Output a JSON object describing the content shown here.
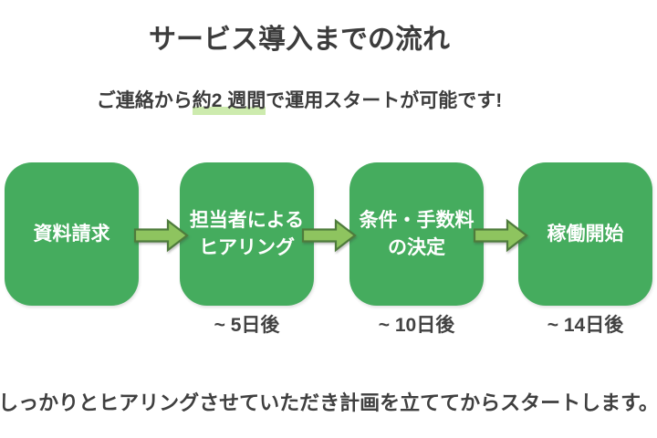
{
  "header": {
    "title": "サービス導入までの流れ",
    "subtitle_pre": "ご連絡から",
    "subtitle_highlight": "約2 週間",
    "subtitle_post": "で運用スタートが可能です!"
  },
  "flow": {
    "arrow_icon": "block-arrow-right",
    "steps": [
      {
        "label": "資料請求",
        "timing": ""
      },
      {
        "label": "担当者による\nヒアリング",
        "timing": "~ 5日後"
      },
      {
        "label": "条件・手数料\nの決定",
        "timing": "~ 10日後"
      },
      {
        "label": "稼働開始",
        "timing": "~ 14日後"
      }
    ]
  },
  "footer": {
    "note": "しっかりとヒアリングさせていただき計画を立ててからスタートします。"
  },
  "colors": {
    "box_green": "#45ac5e",
    "arrow_fill": "#8ec45f",
    "arrow_stroke": "#4e7b3c",
    "highlight_green": "#cdebae",
    "text_dark": "#3c3c3c",
    "box_text": "#ffffff"
  }
}
